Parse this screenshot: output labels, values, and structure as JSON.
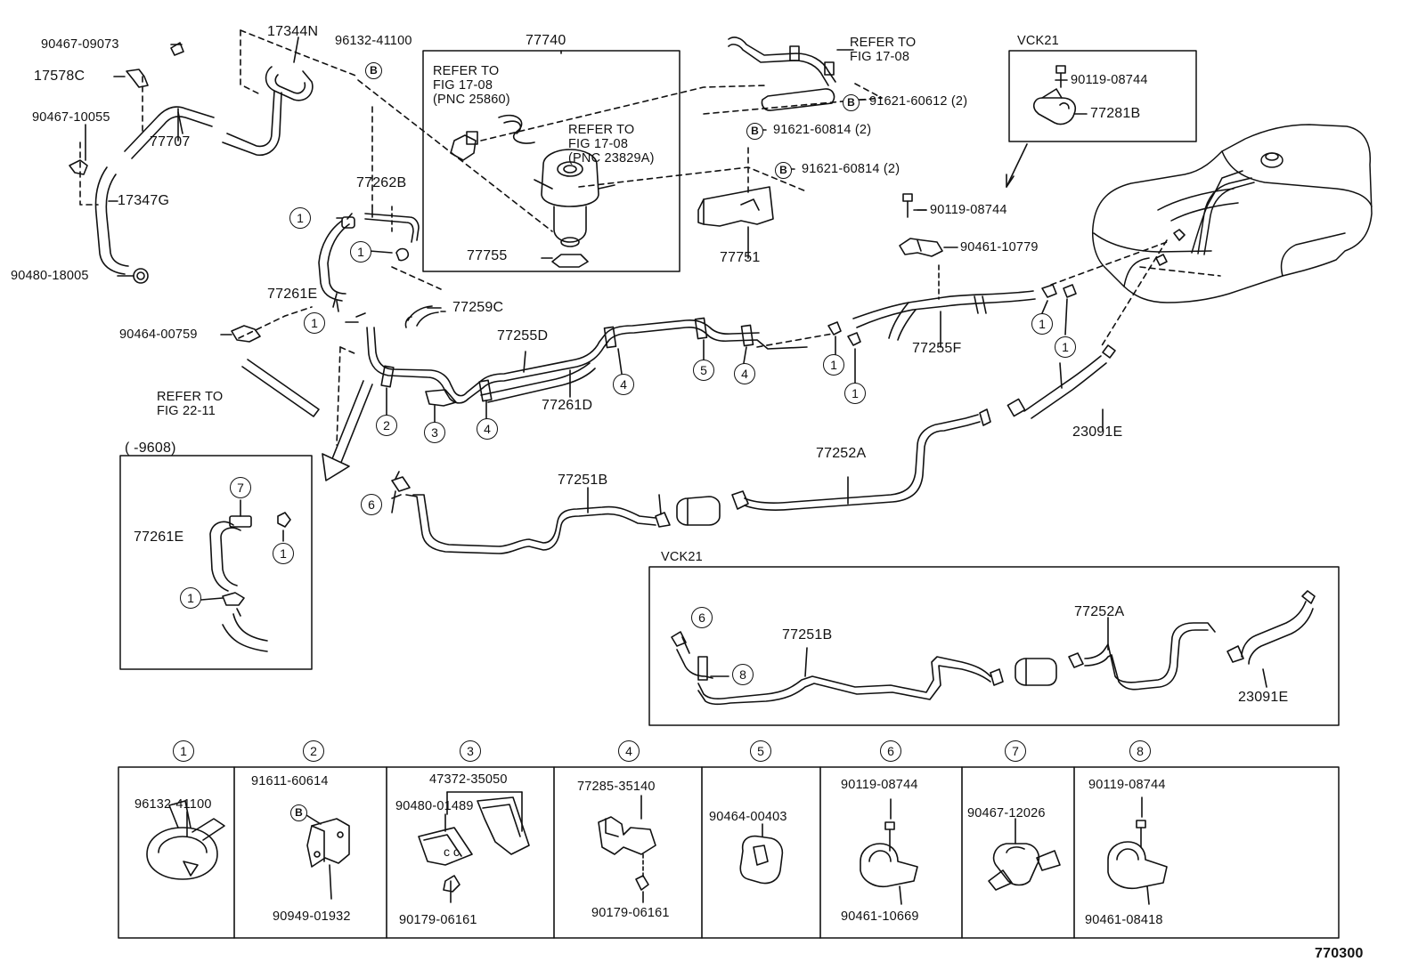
{
  "diagram_code": "770300",
  "main_parts": {
    "p77740": "77740",
    "p77707": "77707",
    "p17344N": "17344N",
    "p96132_41100": "96132-41100",
    "p90467_09073": "90467-09073",
    "p17578C": "17578C",
    "p90467_10055": "90467-10055",
    "p17347G": "17347G",
    "p90480_18005": "90480-18005",
    "p77262B": "77262B",
    "p77261E": "77261E",
    "p77259C": "77259C",
    "p90464_00759": "90464-00759",
    "p77755": "77755",
    "p77751": "77751",
    "p91621_60612": "91621-60612 (2)",
    "p91621_60814a": "91621-60814 (2)",
    "p91621_60814b": "91621-60814 (2)",
    "p90119_08744a": "90119-08744",
    "p77281B": "77281B",
    "p90119_08744b": "90119-08744",
    "p90461_10779": "90461-10779",
    "p77255D": "77255D",
    "p77261D": "77261D",
    "p77255F": "77255F",
    "p23091E": "23091E",
    "p77252A": "77252A",
    "p77251B": "77251B"
  },
  "refer_notes": {
    "refer_17_08_a": "REFER TO\nFIG 17-08\n(PNC 25860)",
    "refer_17_08_b": "REFER TO\nFIG 17-08\n(PNC 23829A)",
    "refer_17_08_c": "REFER TO\nFIG 17-08",
    "refer_22_11": "REFER TO\nFIG 22-11"
  },
  "variants": {
    "vck21_top": "VCK21",
    "vck21_bottom": "VCK21",
    "inset_9608": "(     -9608)",
    "inset_77261E": "77261E",
    "vck_77251B": "77251B",
    "vck_77252A": "77252A",
    "vck_23091E": "23091E"
  },
  "callouts": {
    "c1": "1",
    "c2": "2",
    "c3": "3",
    "c4": "4",
    "c5": "5",
    "c6": "6",
    "c7": "7",
    "c8": "8",
    "b": "B"
  },
  "legend": [
    {
      "num": "1",
      "parts": [
        "96132-41100"
      ]
    },
    {
      "num": "2",
      "parts": [
        "91611-60614",
        "90949-01932"
      ]
    },
    {
      "num": "3",
      "parts": [
        "47372-35050",
        "90480-01489",
        "90179-06161"
      ]
    },
    {
      "num": "4",
      "parts": [
        "77285-35140",
        "90179-06161"
      ]
    },
    {
      "num": "5",
      "parts": [
        "90464-00403"
      ]
    },
    {
      "num": "6",
      "parts": [
        "90119-08744",
        "90461-10669"
      ]
    },
    {
      "num": "7",
      "parts": [
        "90467-12026"
      ]
    },
    {
      "num": "8",
      "parts": [
        "90119-08744",
        "90461-08418"
      ]
    }
  ]
}
